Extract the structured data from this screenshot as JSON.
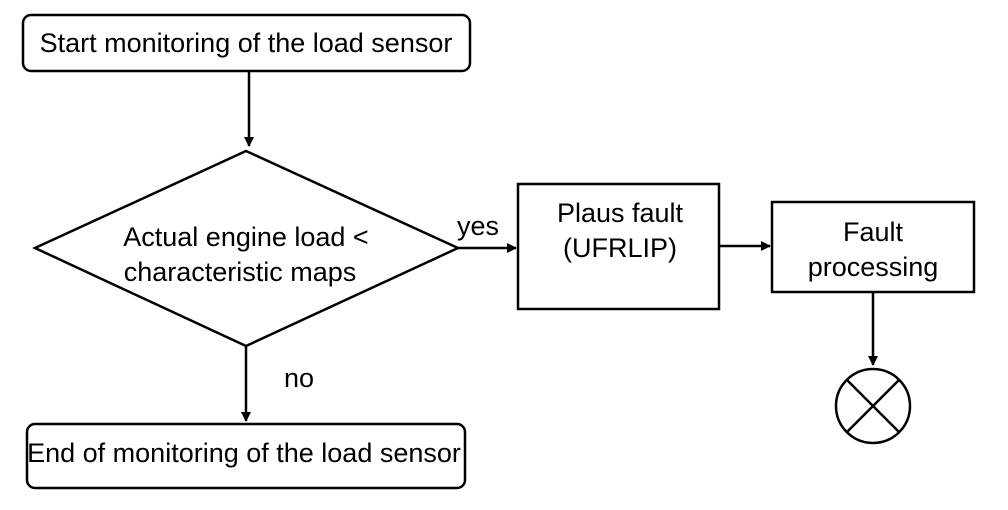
{
  "diagram": {
    "nodes": {
      "start": {
        "text": "Start monitoring of the load sensor"
      },
      "decision": {
        "line1": "Actual engine load <",
        "line2": "characteristic maps"
      },
      "plaus_fault": {
        "line1": "Plaus fault",
        "line2": "(UFRLIP)"
      },
      "fault_processing": {
        "line1": "Fault",
        "line2": "processing"
      },
      "end": {
        "text": "End of monitoring of the load sensor"
      }
    },
    "edges": {
      "yes_label": "yes",
      "no_label": "no"
    },
    "terminal_symbol": "circle-x-icon",
    "colors": {
      "stroke": "#000000",
      "background": "#ffffff"
    }
  }
}
